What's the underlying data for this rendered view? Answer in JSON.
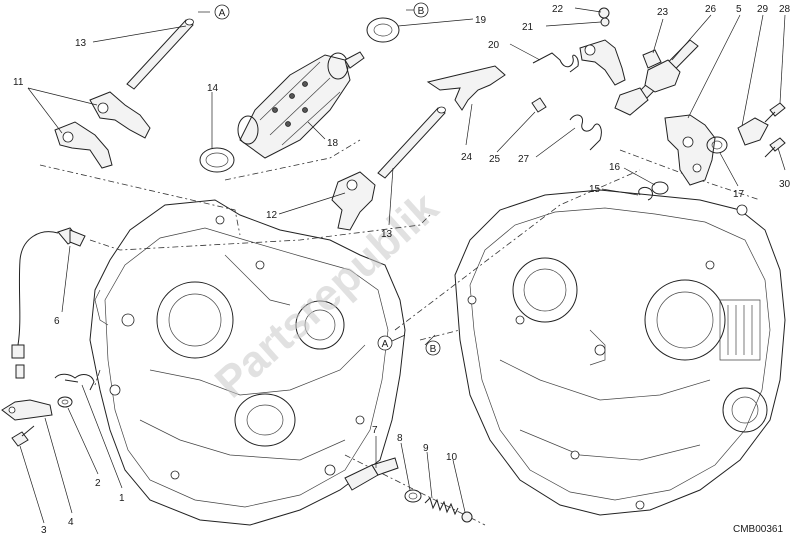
{
  "diagram": {
    "code": "CMB00361",
    "watermark": "Partsrepublik",
    "ref_a": "A",
    "ref_b": "B",
    "parts": {
      "p1": "1",
      "p2": "2",
      "p3": "3",
      "p4": "4",
      "p5": "5",
      "p6": "6",
      "p7": "7",
      "p8": "8",
      "p9": "9",
      "p10": "10",
      "p11": "11",
      "p12": "12",
      "p13a": "13",
      "p13b": "13",
      "p14": "14",
      "p15": "15",
      "p16": "16",
      "p17": "17",
      "p18": "18",
      "p19": "19",
      "p20": "20",
      "p21": "21",
      "p22": "22",
      "p23": "23",
      "p24": "24",
      "p25": "25",
      "p26": "26",
      "p27": "27",
      "p28": "28",
      "p29": "29",
      "p30": "30"
    }
  }
}
